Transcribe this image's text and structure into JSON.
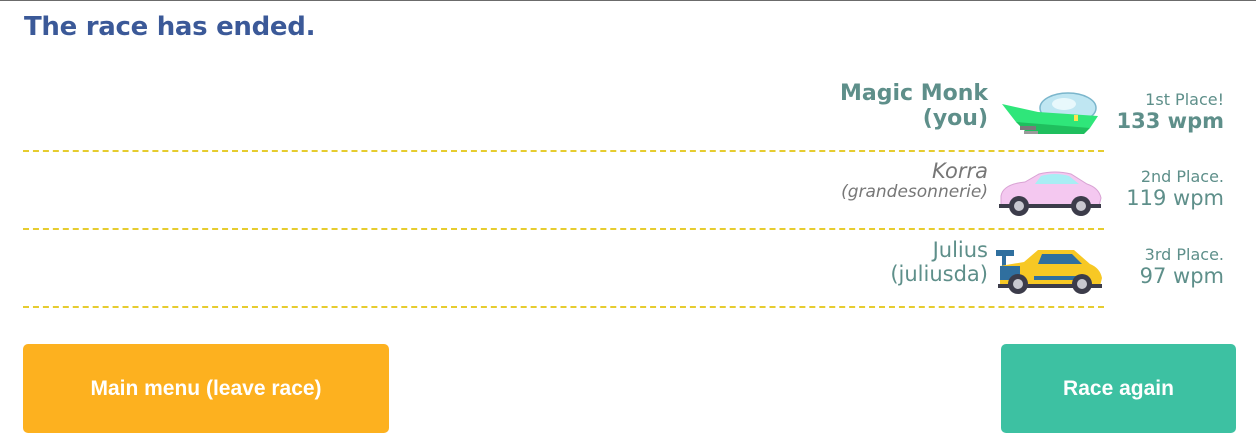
{
  "header": {
    "title": "The race has ended."
  },
  "racers": [
    {
      "name": "Magic Monk",
      "sub": "(you)",
      "place": "1st Place!",
      "wpm": "133 wpm",
      "car_icon": "green-hover-ship-icon"
    },
    {
      "name": "Korra",
      "sub": "(grandesonnerie)",
      "place": "2nd Place.",
      "wpm": "119 wpm",
      "car_icon": "pink-sports-car-icon"
    },
    {
      "name": "Julius",
      "sub": "(juliusda)",
      "place": "3rd Place.",
      "wpm": "97 wpm",
      "car_icon": "yellow-race-car-icon"
    }
  ],
  "buttons": {
    "main_menu": "Main menu (leave race)",
    "race_again": "Race again"
  },
  "colors": {
    "title": "#3b5998",
    "teal_text": "#5e8f8a",
    "track_dash": "#e6cc2f",
    "menu_button": "#fdb11f",
    "again_button": "#3dc1a2"
  }
}
